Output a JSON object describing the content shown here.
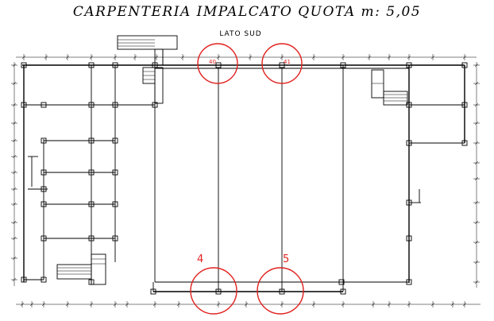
{
  "title": "CARPENTERIA IMPALCATO QUOTA m: 5,05",
  "side_label": "LATO SUD",
  "accent_color": "#e0221f",
  "callouts_top": [
    {
      "label": "40"
    },
    {
      "label": "41"
    }
  ],
  "callouts_bottom": [
    {
      "label": "4"
    },
    {
      "label": "5"
    }
  ]
}
